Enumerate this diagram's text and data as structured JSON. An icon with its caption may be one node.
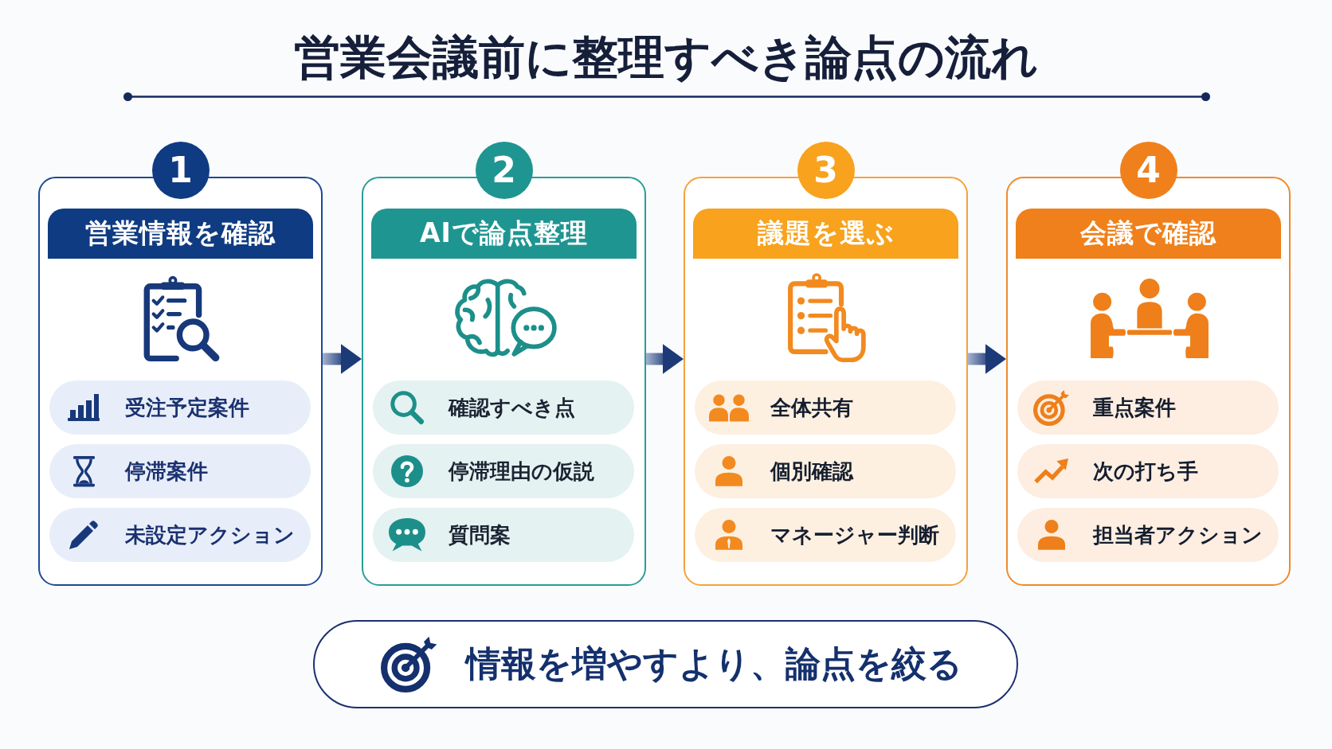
{
  "diagram": {
    "title": "営業会議前に整理すべき論点の流れ",
    "nodes": [
      {
        "text": [
          "1"
        ]
      },
      {
        "text": [],
        "shape": "box"
      },
      {
        "text": [
          "営業情報を確認"
        ],
        "in": 1
      },
      {
        "text": [
          "受注予定案件"
        ],
        "in": 1
      },
      {
        "text": [
          "停滞案件"
        ],
        "in": 1
      },
      {
        "text": [
          "未設定アクション"
        ],
        "in": 1
      },
      {
        "text": [
          "2"
        ]
      },
      {
        "text": [],
        "shape": "box"
      },
      {
        "text": [
          "AIで論点整理"
        ],
        "in": 7
      },
      {
        "text": [
          "確認すべき点"
        ],
        "in": 7
      },
      {
        "text": [
          "停滞理由の仮説"
        ],
        "in": 7
      },
      {
        "text": [
          "質問案"
        ],
        "in": 7
      },
      {
        "text": [
          "3"
        ]
      },
      {
        "text": [],
        "shape": "box"
      },
      {
        "text": [
          "議題を選ぶ"
        ],
        "in": 13
      },
      {
        "text": [
          "全体共有"
        ],
        "in": 13
      },
      {
        "text": [
          "個別確認"
        ],
        "in": 13
      },
      {
        "text": [
          "マネージャー判断"
        ],
        "in": 13
      },
      {
        "text": [
          "4"
        ]
      },
      {
        "text": [],
        "shape": "box"
      },
      {
        "text": [
          "会議で確認"
        ],
        "in": 19
      },
      {
        "text": [
          "重点案件"
        ],
        "in": 19
      },
      {
        "text": [
          "次の打ち手"
        ],
        "in": 19
      },
      {
        "text": [
          "担当者アクション"
        ],
        "in": 19
      },
      {
        "text": [
          "情報を増やすより、論点を絞る"
        ]
      }
    ],
    "edges": [
      {
        "from": 1,
        "to": 7,
        "arrow": "to"
      },
      {
        "from": 7,
        "to": 13,
        "arrow": "to"
      },
      {
        "from": 13,
        "to": 19,
        "arrow": "to"
      }
    ]
  }
}
